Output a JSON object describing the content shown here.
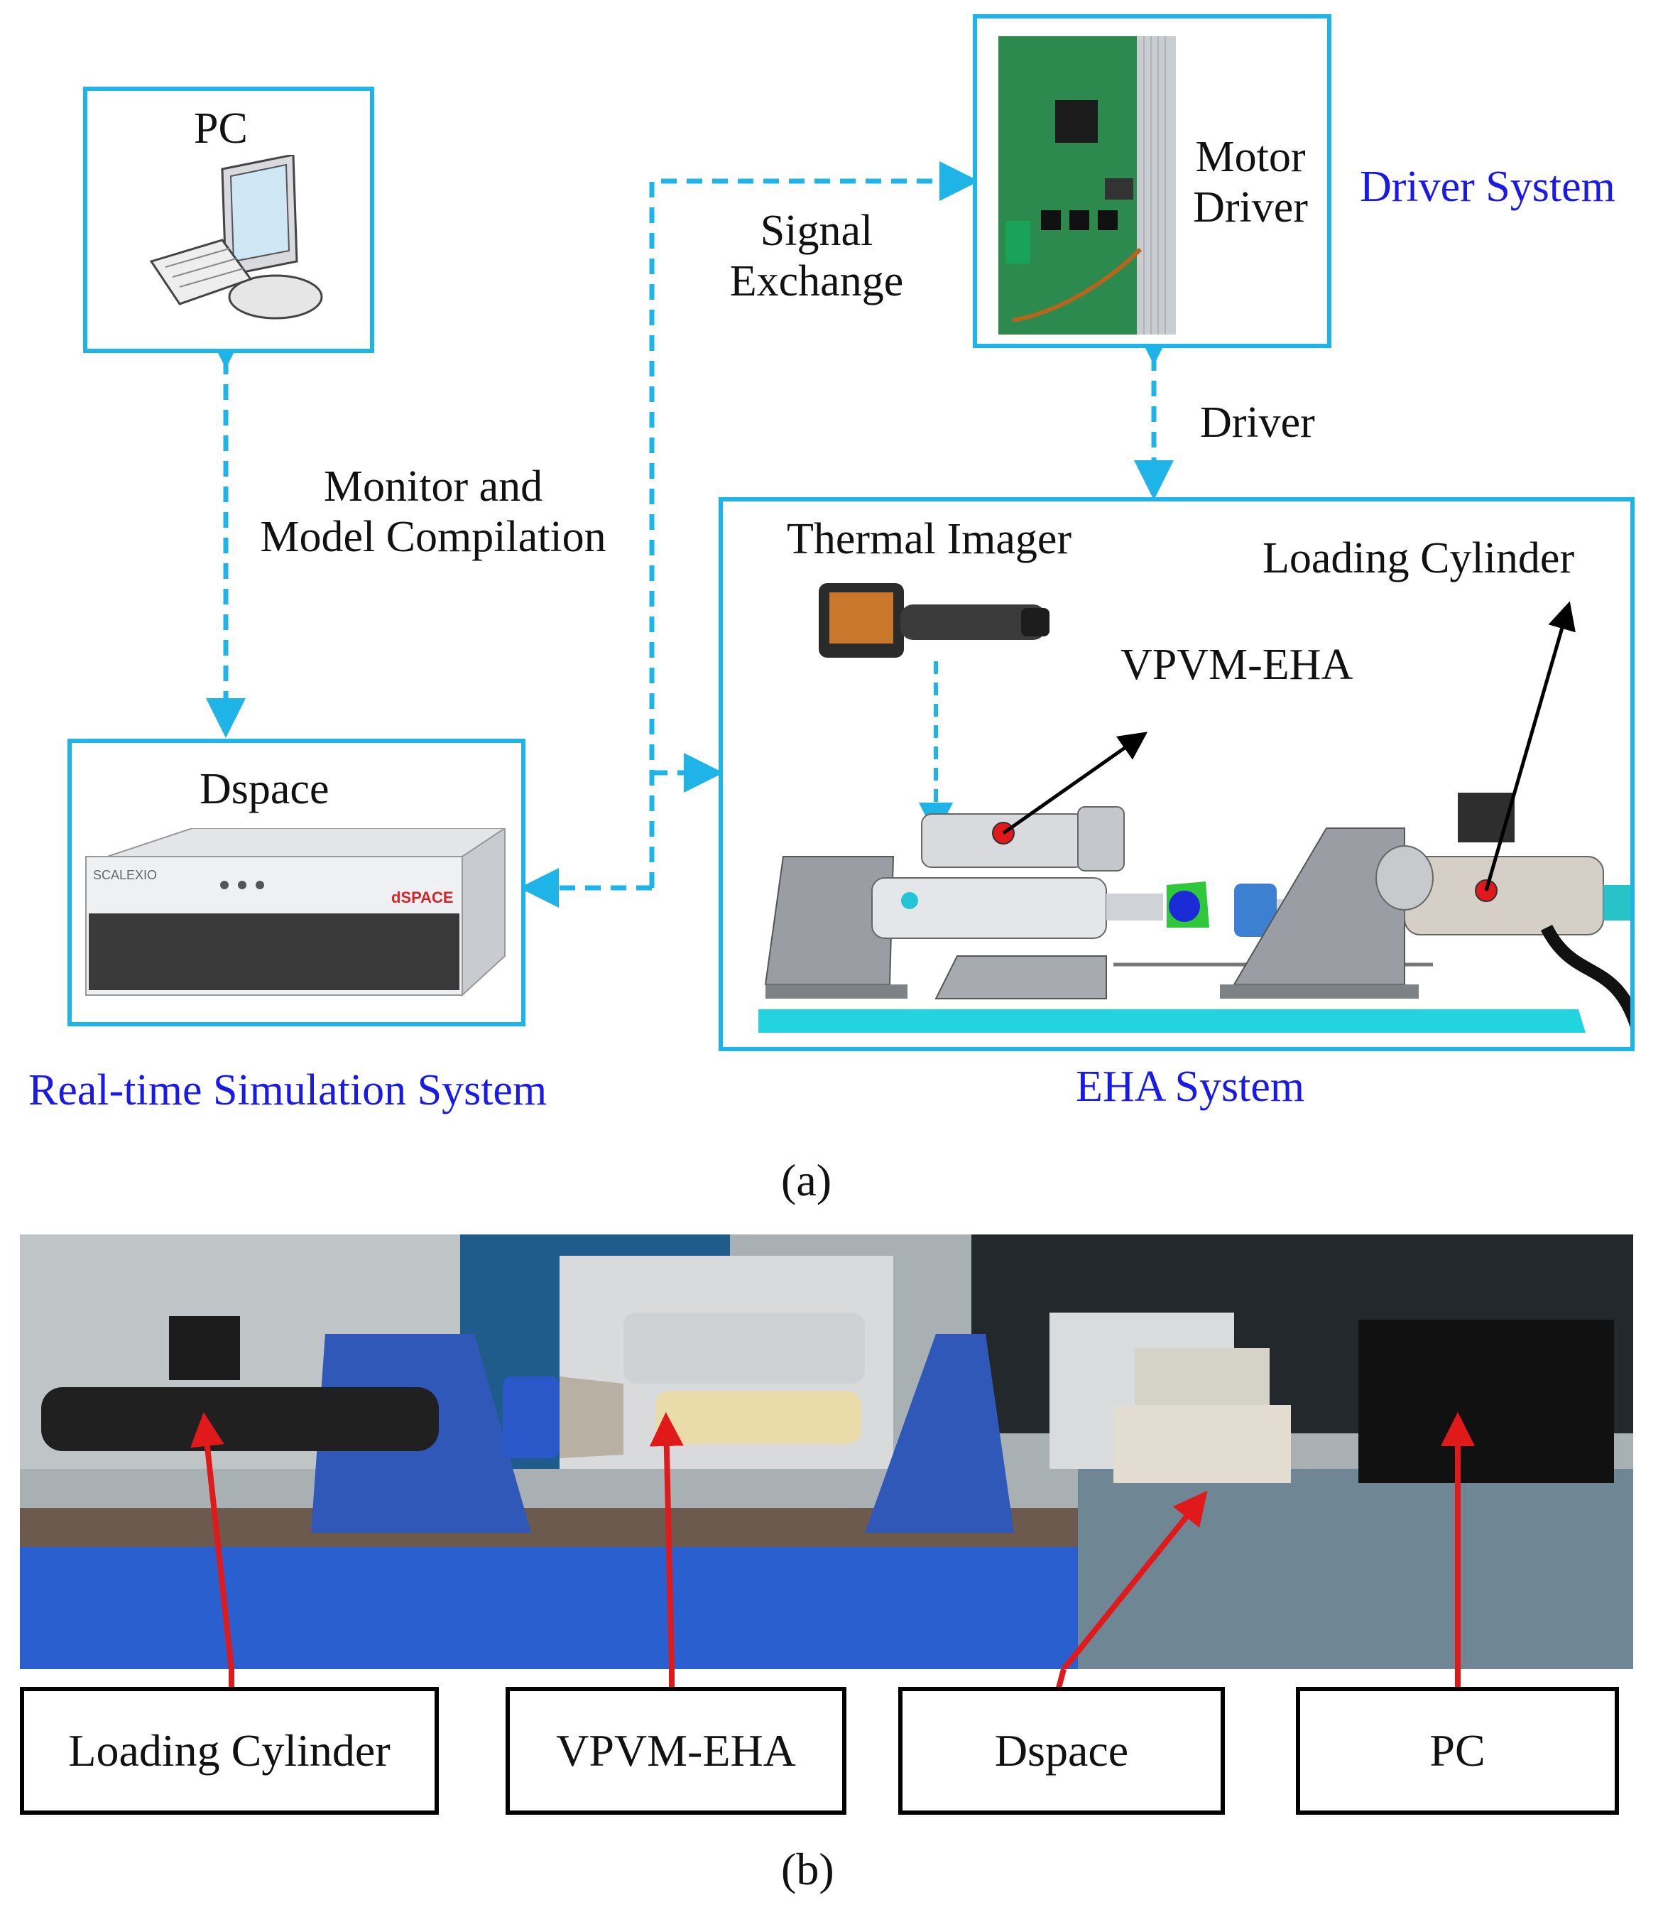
{
  "figure_a": {
    "pc": {
      "title": "PC"
    },
    "dspace": {
      "title": "Dspace",
      "brand_left": "SCALEXIO",
      "brand_right": "dSPACE"
    },
    "driver": {
      "title_line1": "Motor",
      "title_line2": "Driver"
    },
    "eha": {
      "thermal_imager": "Thermal Imager",
      "vpvm_eha": "VPVM-EHA",
      "loading_cylinder": "Loading Cylinder"
    },
    "connections": {
      "monitor_line1": "Monitor and",
      "monitor_line2": "Model Compilation",
      "signal_line1": "Signal",
      "signal_line2": "Exchange",
      "driver": "Driver"
    },
    "system_labels": {
      "realtime": "Real-time Simulation System",
      "eha": "EHA System",
      "driver": "Driver System"
    },
    "caption": "(a)"
  },
  "figure_b": {
    "labels": [
      "Loading Cylinder",
      "VPVM-EHA",
      "Dspace",
      "PC"
    ],
    "caption": "(b)"
  },
  "colors": {
    "box_border": "#1fb4e8",
    "dashed_arrow": "#1fb4e8",
    "system_label": "#1a1ae8",
    "pointer_arrow": "#e01a1a",
    "marker": "#e01a1a"
  }
}
